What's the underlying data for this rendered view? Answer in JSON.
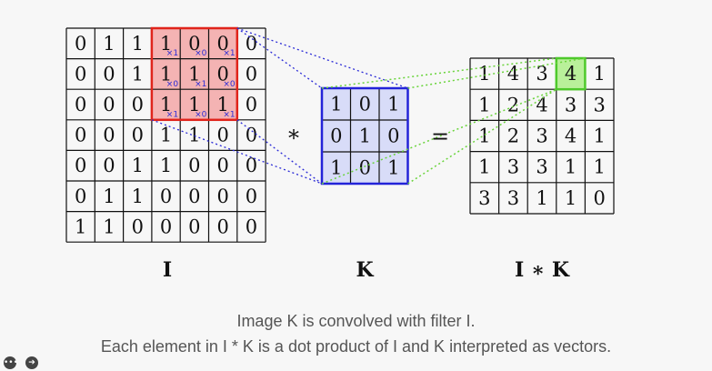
{
  "diagram": {
    "matrix_I": [
      [
        0,
        1,
        1,
        1,
        0,
        0,
        0
      ],
      [
        0,
        0,
        1,
        1,
        1,
        0,
        0
      ],
      [
        0,
        0,
        0,
        1,
        1,
        1,
        0
      ],
      [
        0,
        0,
        0,
        1,
        1,
        0,
        0
      ],
      [
        0,
        0,
        1,
        1,
        0,
        0,
        0
      ],
      [
        0,
        1,
        1,
        0,
        0,
        0,
        0
      ],
      [
        1,
        1,
        0,
        0,
        0,
        0,
        0
      ]
    ],
    "matrix_K": [
      [
        1,
        0,
        1
      ],
      [
        0,
        1,
        0
      ],
      [
        1,
        0,
        1
      ]
    ],
    "matrix_IK": [
      [
        1,
        4,
        3,
        4,
        1
      ],
      [
        1,
        2,
        4,
        3,
        3
      ],
      [
        1,
        2,
        3,
        4,
        1
      ],
      [
        1,
        3,
        3,
        1,
        1
      ],
      [
        3,
        3,
        1,
        1,
        0
      ]
    ],
    "highlight_window": {
      "row": 0,
      "col": 3,
      "size": 3
    },
    "highlight_output": {
      "row": 0,
      "col": 3
    },
    "window_subscripts": [
      [
        "×1",
        "×0",
        "×1"
      ],
      [
        "×0",
        "×1",
        "×0"
      ],
      [
        "×1",
        "×0",
        "×1"
      ]
    ],
    "operator_conv": "*",
    "operator_eq": "=",
    "label_I": "I",
    "label_K": "K",
    "label_IK": "I ∗ K",
    "colors": {
      "window_fill": "#f4b3b3",
      "window_stroke": "#e0241b",
      "kernel_fill": "#d8dcf8",
      "kernel_stroke": "#2323d8",
      "output_fill": "#b9f09a",
      "output_stroke": "#4ec92b",
      "blue_dots": "#2a2ad6",
      "green_dots": "#6ad43c"
    }
  },
  "caption": {
    "line1": "Image K is convolved with filter I.",
    "line2": "Each element in I * K is a dot product of I and K interpreted as vectors."
  },
  "controls": {
    "more_icon": "ellipsis-icon",
    "more_glyph": "•••",
    "next_icon": "arrow-right-icon",
    "next_glyph": "➔"
  }
}
